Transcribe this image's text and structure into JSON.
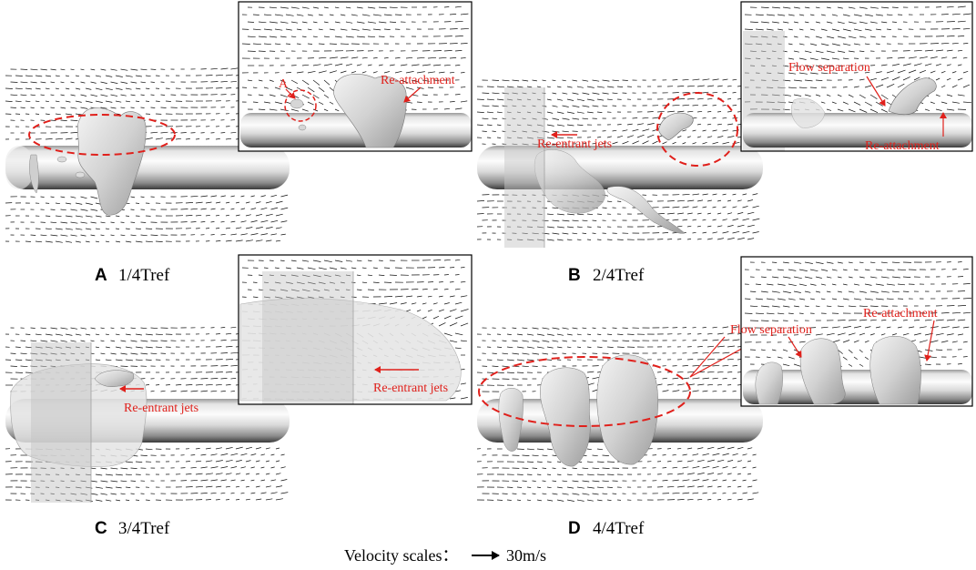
{
  "panels": [
    {
      "letter": "A",
      "time": "1/4Tref"
    },
    {
      "letter": "B",
      "time": "2/4Tref"
    },
    {
      "letter": "C",
      "time": "3/4Tref"
    },
    {
      "letter": "D",
      "time": "4/4Tref"
    }
  ],
  "annotations": {
    "a_point": "A",
    "a_reattachment": "Re-attachment",
    "b_reentrant": "Re-entrant jets",
    "b_flow_separation": "Flow separation",
    "b_reattachment": "Re-attachment",
    "c_reentrant_main": "Re-entrant jets",
    "c_reentrant_inset": "Re-entrant jets",
    "d_flow_separation": "Flow separation",
    "d_reattachment": "Re-attachment"
  },
  "scale": {
    "label": "Velocity scales：",
    "value": "30m/s"
  },
  "colors": {
    "annotation": "#e0201b",
    "arrows": "#111111",
    "cylinder_light": "#fbfbfb",
    "cylinder_dark": "#3a3a3a"
  }
}
